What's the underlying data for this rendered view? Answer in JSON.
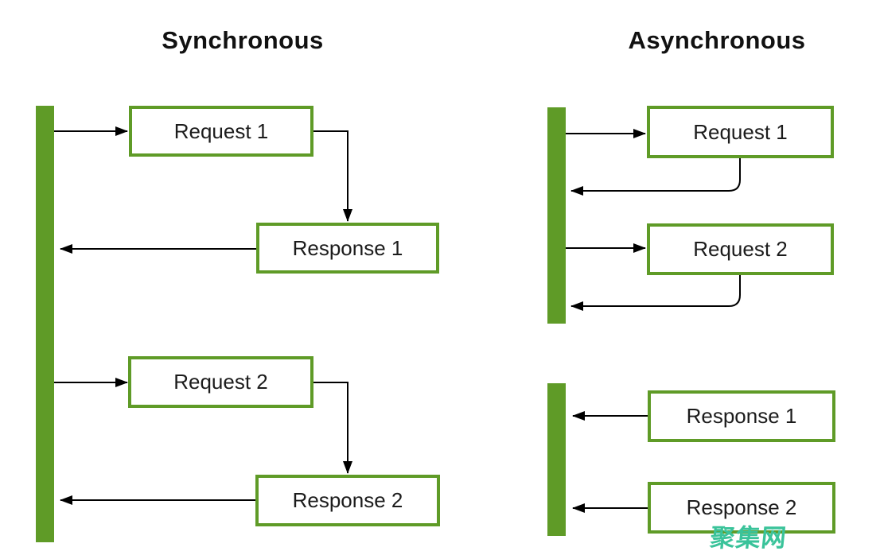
{
  "diagram": {
    "sync": {
      "title": "Synchronous",
      "nodes": {
        "request1": "Request 1",
        "response1": "Response 1",
        "request2": "Request 2",
        "response2": "Response 2"
      }
    },
    "async": {
      "title": "Asynchronous",
      "nodes": {
        "request1": "Request 1",
        "request2": "Request 2",
        "response1": "Response 1",
        "response2": "Response 2"
      }
    }
  },
  "watermark": {
    "text": "聚集网"
  },
  "colors": {
    "shape_green": "#5f9b27",
    "connector_black": "#000000",
    "node_fill": "#ffffff",
    "text": "#1c1c1c",
    "watermark_teal": "#3ac39a",
    "background": "#ffffff"
  }
}
